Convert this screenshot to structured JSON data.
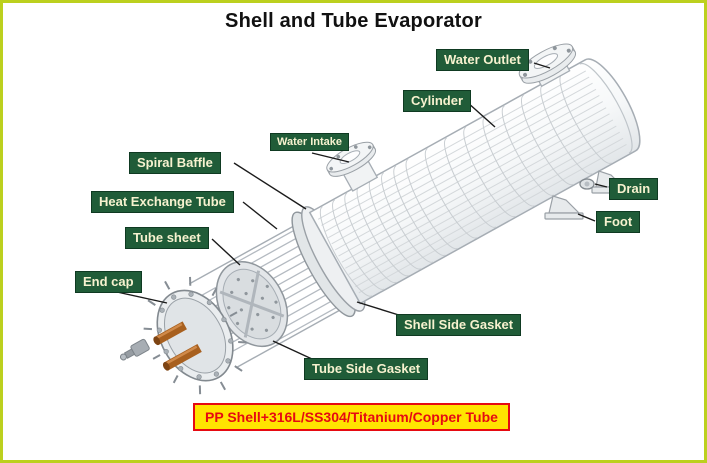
{
  "title": "Shell and Tube Evaporator",
  "banner": {
    "text": "PP Shell+316L/SS304/Titanium/Copper Tube"
  },
  "labels": {
    "water_outlet": "Water Outlet",
    "cylinder": "Cylinder",
    "water_intake": "Water Intake",
    "spiral_baffle": "Spiral Baffle",
    "heat_exchange_tube": "Heat Exchange Tube",
    "tube_sheet": "Tube sheet",
    "end_cap": "End cap",
    "drain": "Drain",
    "foot": "Foot",
    "shell_side_gasket": "Shell Side Gasket",
    "tube_side_gasket": "Tube Side Gasket"
  },
  "colors": {
    "frame_border": "#bcd01e",
    "label_bg": "#205c38",
    "label_border": "#0f3a22",
    "label_text": "#f7f2cf",
    "banner_bg": "#ffe400",
    "banner_text": "#e60a12",
    "banner_border": "#e60a12",
    "leader_line": "#1b1b1b",
    "copper": "#a8601f",
    "steel_line": "#9aa0a6"
  }
}
